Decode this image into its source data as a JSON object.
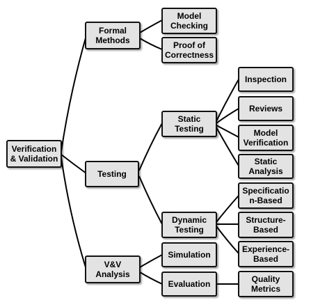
{
  "nodes": {
    "root": "Verification\n& Validation",
    "formal_methods": "Formal\nMethods",
    "model_checking": "Model\nChecking",
    "proof_of_correctness": "Proof of\nCorrectness",
    "testing": "Testing",
    "static_testing": "Static\nTesting",
    "inspection": "Inspection",
    "reviews": "Reviews",
    "model_verification": "Model\nVerification",
    "static_analysis": "Static\nAnalysis",
    "dynamic_testing": "Dynamic\nTesting",
    "specification_based": "Specificatio\nn-Based",
    "structure_based": "Structure-\nBased",
    "experience_based": "Experience-\nBased",
    "vv_analysis": "V&V\nAnalysis",
    "simulation": "Simulation",
    "evaluation": "Evaluation",
    "quality_metrics": "Quality\nMetrics"
  }
}
